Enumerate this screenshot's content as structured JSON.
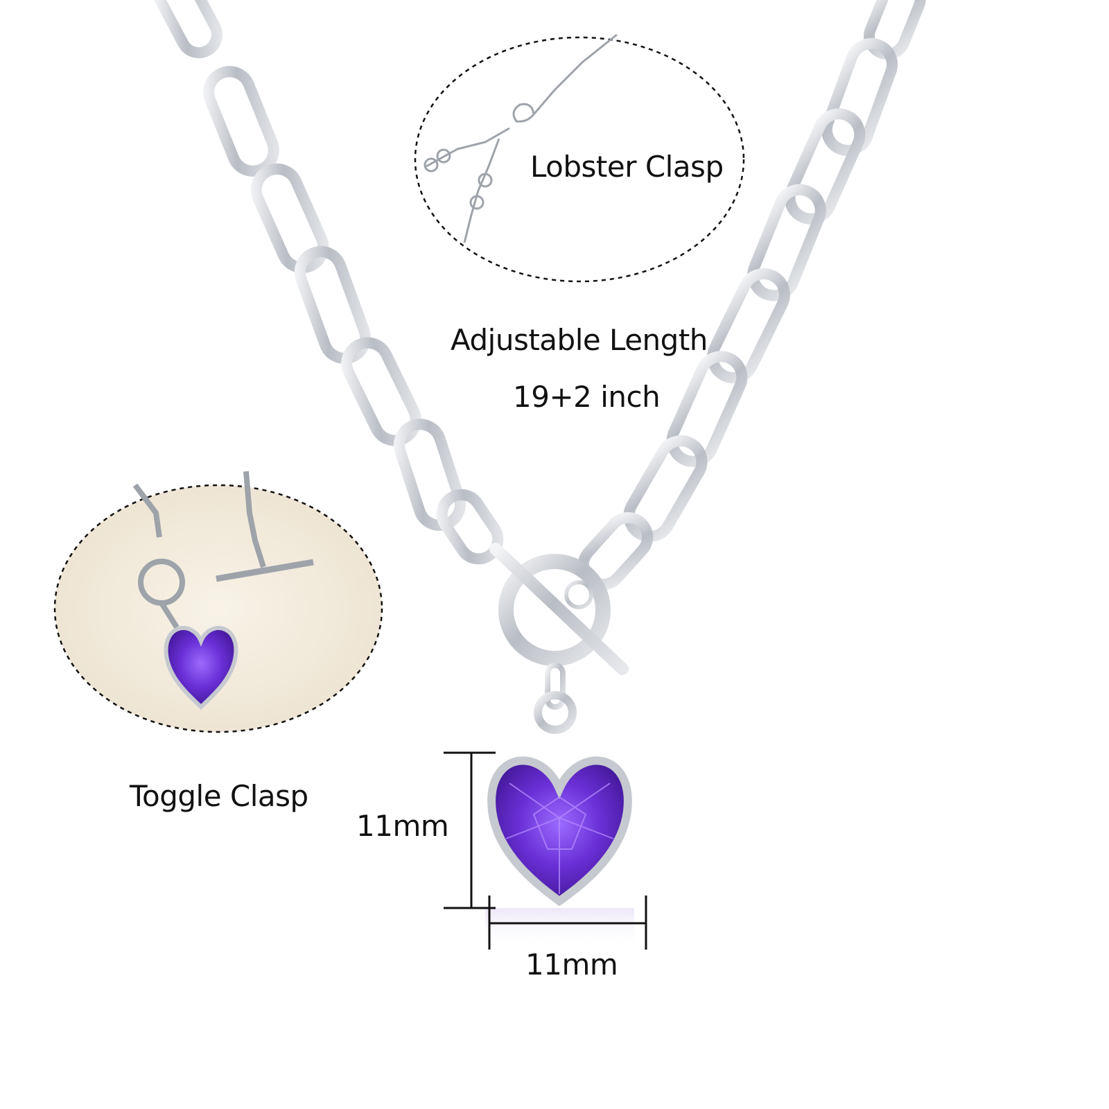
{
  "product": {
    "features": {
      "lobster_clasp": "Lobster Clasp",
      "adjustable_length": "Adjustable Length",
      "length_value": "19+2 inch",
      "toggle_clasp": "Toggle Clasp"
    },
    "dimensions": {
      "height": "11mm",
      "width": "11mm"
    }
  },
  "colors": {
    "background": "#ffffff",
    "chain_silver": "#c9ccd1",
    "gem_purple": "#6a2fd6",
    "inset_background": "#f2ebdd",
    "dimension_lines": "#111111"
  },
  "icons": {
    "main_image": "silver-paperclip-chain-necklace-with-purple-heart-pendant",
    "lobster_inset": "lobster-clasp-detail-photo",
    "toggle_inset": "toggle-clasp-detail-photo"
  }
}
